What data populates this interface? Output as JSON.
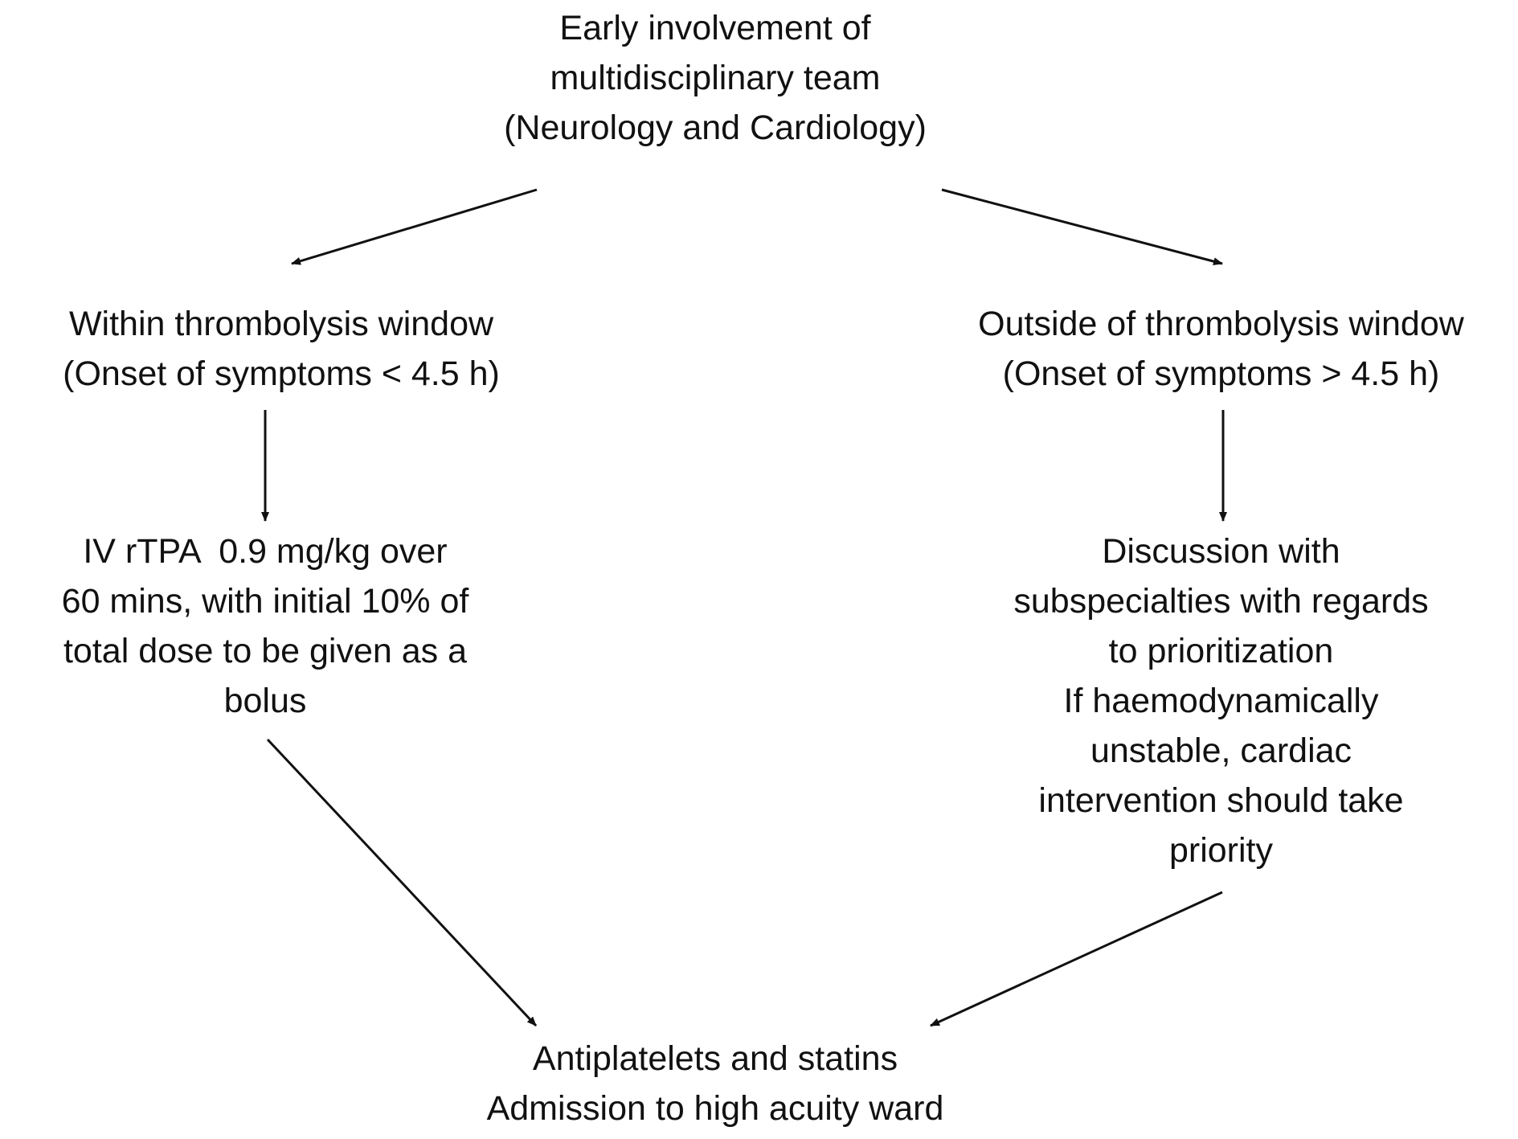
{
  "nodes": {
    "top": {
      "lines": [
        "Early involvement of",
        "multidisciplinary team",
        "(Neurology and Cardiology)"
      ]
    },
    "within_window": {
      "lines": [
        "Within thrombolysis window",
        "(Onset of symptoms < 4.5 h)"
      ]
    },
    "outside_window": {
      "lines": [
        "Outside of thrombolysis window",
        "(Onset of symptoms > 4.5 h)"
      ]
    },
    "iv_rtpa": {
      "lines": [
        "IV rTPA  0.9 mg/kg over",
        "60 mins, with initial 10% of",
        "total dose to be given as a",
        "bolus"
      ]
    },
    "discussion": {
      "lines": [
        "Discussion with",
        "subspecialties with regards",
        "to prioritization",
        "If haemodynamically",
        "unstable, cardiac",
        "intervention should take",
        "priority"
      ]
    },
    "bottom": {
      "lines": [
        "Antiplatelets and statins",
        "Admission to high acuity ward"
      ]
    }
  },
  "colors": {
    "text": "#111111",
    "arrow": "#111111",
    "background": "#ffffff"
  }
}
